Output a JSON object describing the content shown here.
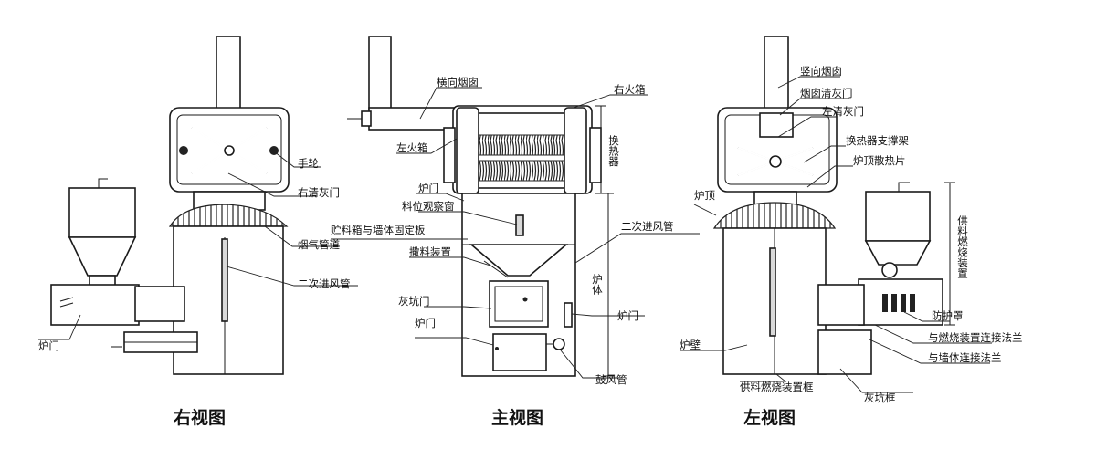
{
  "views": {
    "right": "右视图",
    "main": "主视图",
    "left": "左视图"
  },
  "labels": {
    "right": {
      "handwheel": "手轮",
      "right_ash_door": "右清灰门",
      "flue_duct": "烟气管道",
      "secondary_air_pipe": "二次进风管",
      "furnace_door": "炉门"
    },
    "main": {
      "horizontal_chimney": "横向烟囱",
      "right_fire_box": "右火箱",
      "left_fire_box": "左火箱",
      "heat_exchanger": "换热器",
      "furnace_door_top": "炉门",
      "sight_window": "料位观察窗",
      "bin_fixing_plate": "贮料箱与墙体固定板",
      "secondary_air_pipe": "二次进风管",
      "furnace_body": "炉体",
      "spreader": "撒料装置",
      "ash_pit_door": "灰坑门",
      "furnace_door_lower": "炉门",
      "furnace_door_side": "炉门",
      "blower_pipe": "鼓风管"
    },
    "left": {
      "vertical_chimney": "竖向烟囱",
      "chimney_ash_door": "烟囱清灰门",
      "left_ash_door": "左清灰门",
      "exchanger_bracket": "换热器支撑架",
      "top_fins": "炉顶散热片",
      "furnace_top": "炉顶",
      "feed_burner_device": "供料燃烧装置",
      "protective_cover": "防护罩",
      "burner_flange": "与燃烧装置连接法兰",
      "wall_flange": "与墙体连接法兰",
      "furnace_wall": "炉壁",
      "feed_burner_frame": "供料燃烧装置框",
      "ash_pit_frame": "灰坑框"
    }
  }
}
